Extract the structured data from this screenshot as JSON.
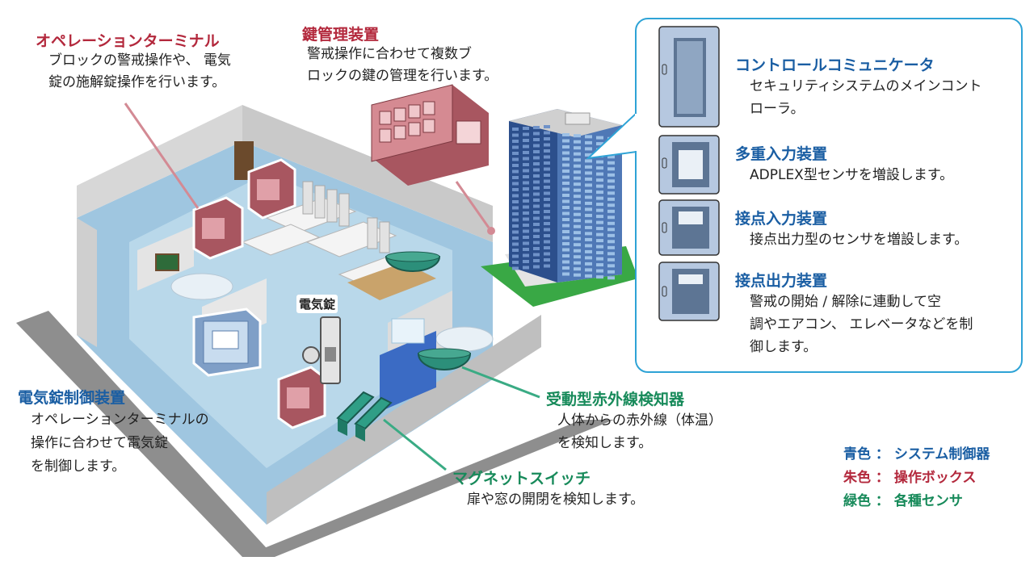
{
  "colors": {
    "blue": "#1a5ea3",
    "red": "#b3283c",
    "green": "#178a5a",
    "callout_border": "#2ea3d6"
  },
  "labels": {
    "operation_terminal": {
      "title": "オペレーションターミナル",
      "desc": [
        "ブロックの警戒操作や、 電気",
        "錠の施解錠操作を行います。"
      ]
    },
    "key_manager": {
      "title": "鍵管理装置",
      "desc": [
        "警戒操作に合わせて複数ブ",
        "ロックの鍵の管理を行います。"
      ]
    },
    "electric_lock_controller": {
      "title": "電気錠制御装置",
      "desc": [
        "オペレーションターミナルの",
        "操作に合わせて電気錠",
        "を制御します。"
      ]
    },
    "electric_lock": {
      "title": "電気錠"
    },
    "pir_detector": {
      "title": "受動型赤外線検知器",
      "desc": [
        "人体からの赤外線（体温）",
        "を検知します。"
      ]
    },
    "magnet_switch": {
      "title": "マグネットスイッチ",
      "desc": [
        "扉や窓の開閉を検知します。"
      ]
    }
  },
  "devices": [
    {
      "title": "コントロールコミュニケータ",
      "desc": [
        "セキュリティシステムのメインコント",
        "ローラ。"
      ]
    },
    {
      "title": "多重入力装置",
      "desc": [
        "ADPLEX型センサを増設します。"
      ]
    },
    {
      "title": "接点入力装置",
      "desc": [
        "接点出力型のセンサを増設します。"
      ]
    },
    {
      "title": "接点出力装置",
      "desc": [
        "警戒の開始 / 解除に連動して空",
        "調やエアコン、 エレベータなどを制",
        "御します。"
      ]
    }
  ],
  "legend": [
    {
      "text": "青色 ： システム制御器",
      "color": "#1a5ea3"
    },
    {
      "text": "朱色 ： 操作ボックス",
      "color": "#b3283c"
    },
    {
      "text": "緑色 ： 各種センサ",
      "color": "#178a5a"
    }
  ]
}
